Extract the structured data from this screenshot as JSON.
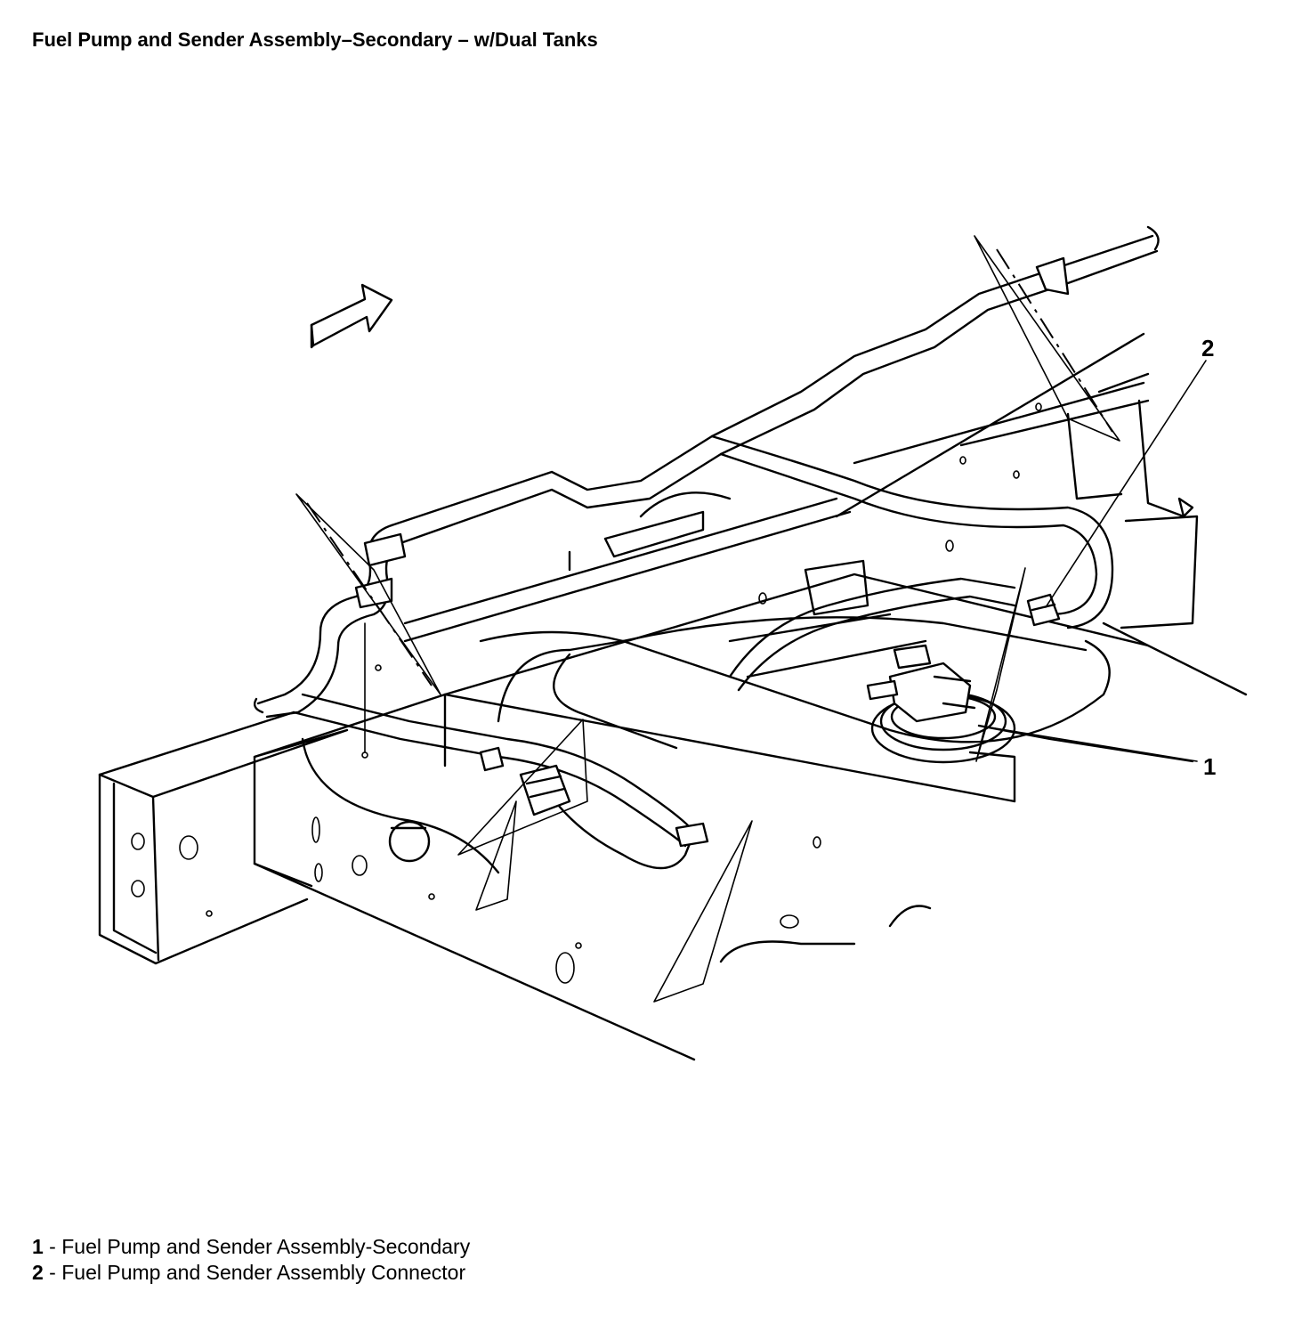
{
  "title": "Fuel Pump and Sender Assembly–Secondary – w/Dual Tanks",
  "callouts": [
    {
      "number": "1"
    },
    {
      "number": "2"
    }
  ],
  "legend": [
    {
      "number": "1",
      "separator": " - ",
      "text": "Fuel Pump and Sender Assembly-Secondary"
    },
    {
      "number": "2",
      "separator": " - ",
      "text": "Fuel Pump and Sender Assembly Connector"
    }
  ],
  "colors": {
    "line": "#000000",
    "background": "#ffffff"
  }
}
